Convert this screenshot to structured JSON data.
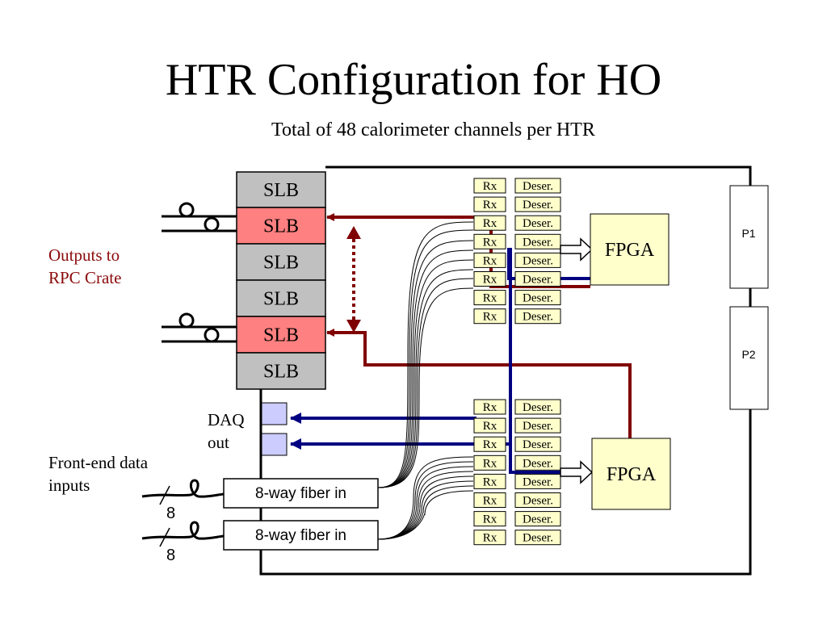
{
  "slide": {
    "title": "HTR Configuration for HO",
    "subtitle": "Total of 48 calorimeter channels per HTR"
  },
  "labels": {
    "outputs_line1": "Outputs to",
    "outputs_line2": "RPC Crate",
    "daq_line1": "DAQ",
    "daq_line2": "out",
    "frontend_line1": "Front-end data",
    "frontend_line2": "inputs"
  },
  "slb_stack": [
    {
      "label": "SLB",
      "highlight": false
    },
    {
      "label": "SLB",
      "highlight": true
    },
    {
      "label": "SLB",
      "highlight": false
    },
    {
      "label": "SLB",
      "highlight": false
    },
    {
      "label": "SLB",
      "highlight": true
    },
    {
      "label": "SLB",
      "highlight": false
    }
  ],
  "receiver": {
    "rx_label": "Rx",
    "deser_label": "Deser."
  },
  "fpga": {
    "label": "FPGA"
  },
  "connectors": [
    "P1",
    "P2"
  ],
  "fiber_inputs": [
    {
      "label": "8-way fiber in",
      "count": "8"
    },
    {
      "label": "8-way fiber in",
      "count": "8"
    }
  ],
  "colors": {
    "slb_gray": "#c0c0c0",
    "slb_highlight": "#ff8080",
    "rx_fill": "#ffffcc",
    "fpga_fill": "#ffffcc",
    "daq_fill": "#ccccff",
    "red_line": "#800000",
    "blue_line": "#000080",
    "outputs_text": "#8b0a0a"
  }
}
